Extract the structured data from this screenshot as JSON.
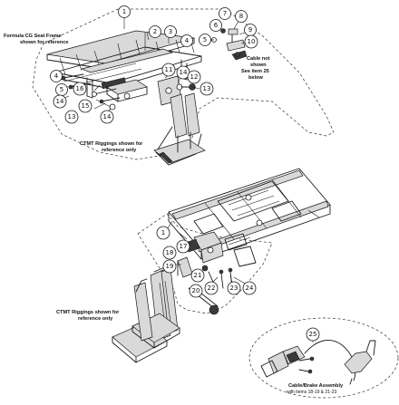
{
  "callouts": {
    "c1": "1",
    "c2": "2",
    "c3": "3",
    "c4": "4",
    "c5": "5",
    "c6": "6",
    "c7": "7",
    "c8": "8",
    "c9": "9",
    "c10": "10",
    "c11": "11",
    "c12": "12",
    "c13": "13",
    "c14": "14",
    "c15": "15",
    "c16": "16",
    "c17": "17",
    "c18": "18",
    "c19": "19",
    "c20": "20",
    "c21": "21",
    "c22": "22",
    "c23": "23",
    "c24": "24",
    "c25": "25"
  },
  "labels": {
    "seat_frame_line1": "Formula CG Seat Frame",
    "seat_frame_line2": "shown for reference",
    "cable_line1": "Cable not",
    "cable_line2": "shown",
    "cable_line3": "See item 25",
    "cable_line4": "below",
    "riggings_top_line1": "CTMT Riggings shown for",
    "riggings_top_line2": "reference only",
    "riggings_bottom_line1": "CTMT Riggings shown for",
    "riggings_bottom_line2": "reference only",
    "cable_assembly_title": "Cable/Brake Assembly",
    "cable_assembly_note": "with items 18-19 & 21-23"
  }
}
